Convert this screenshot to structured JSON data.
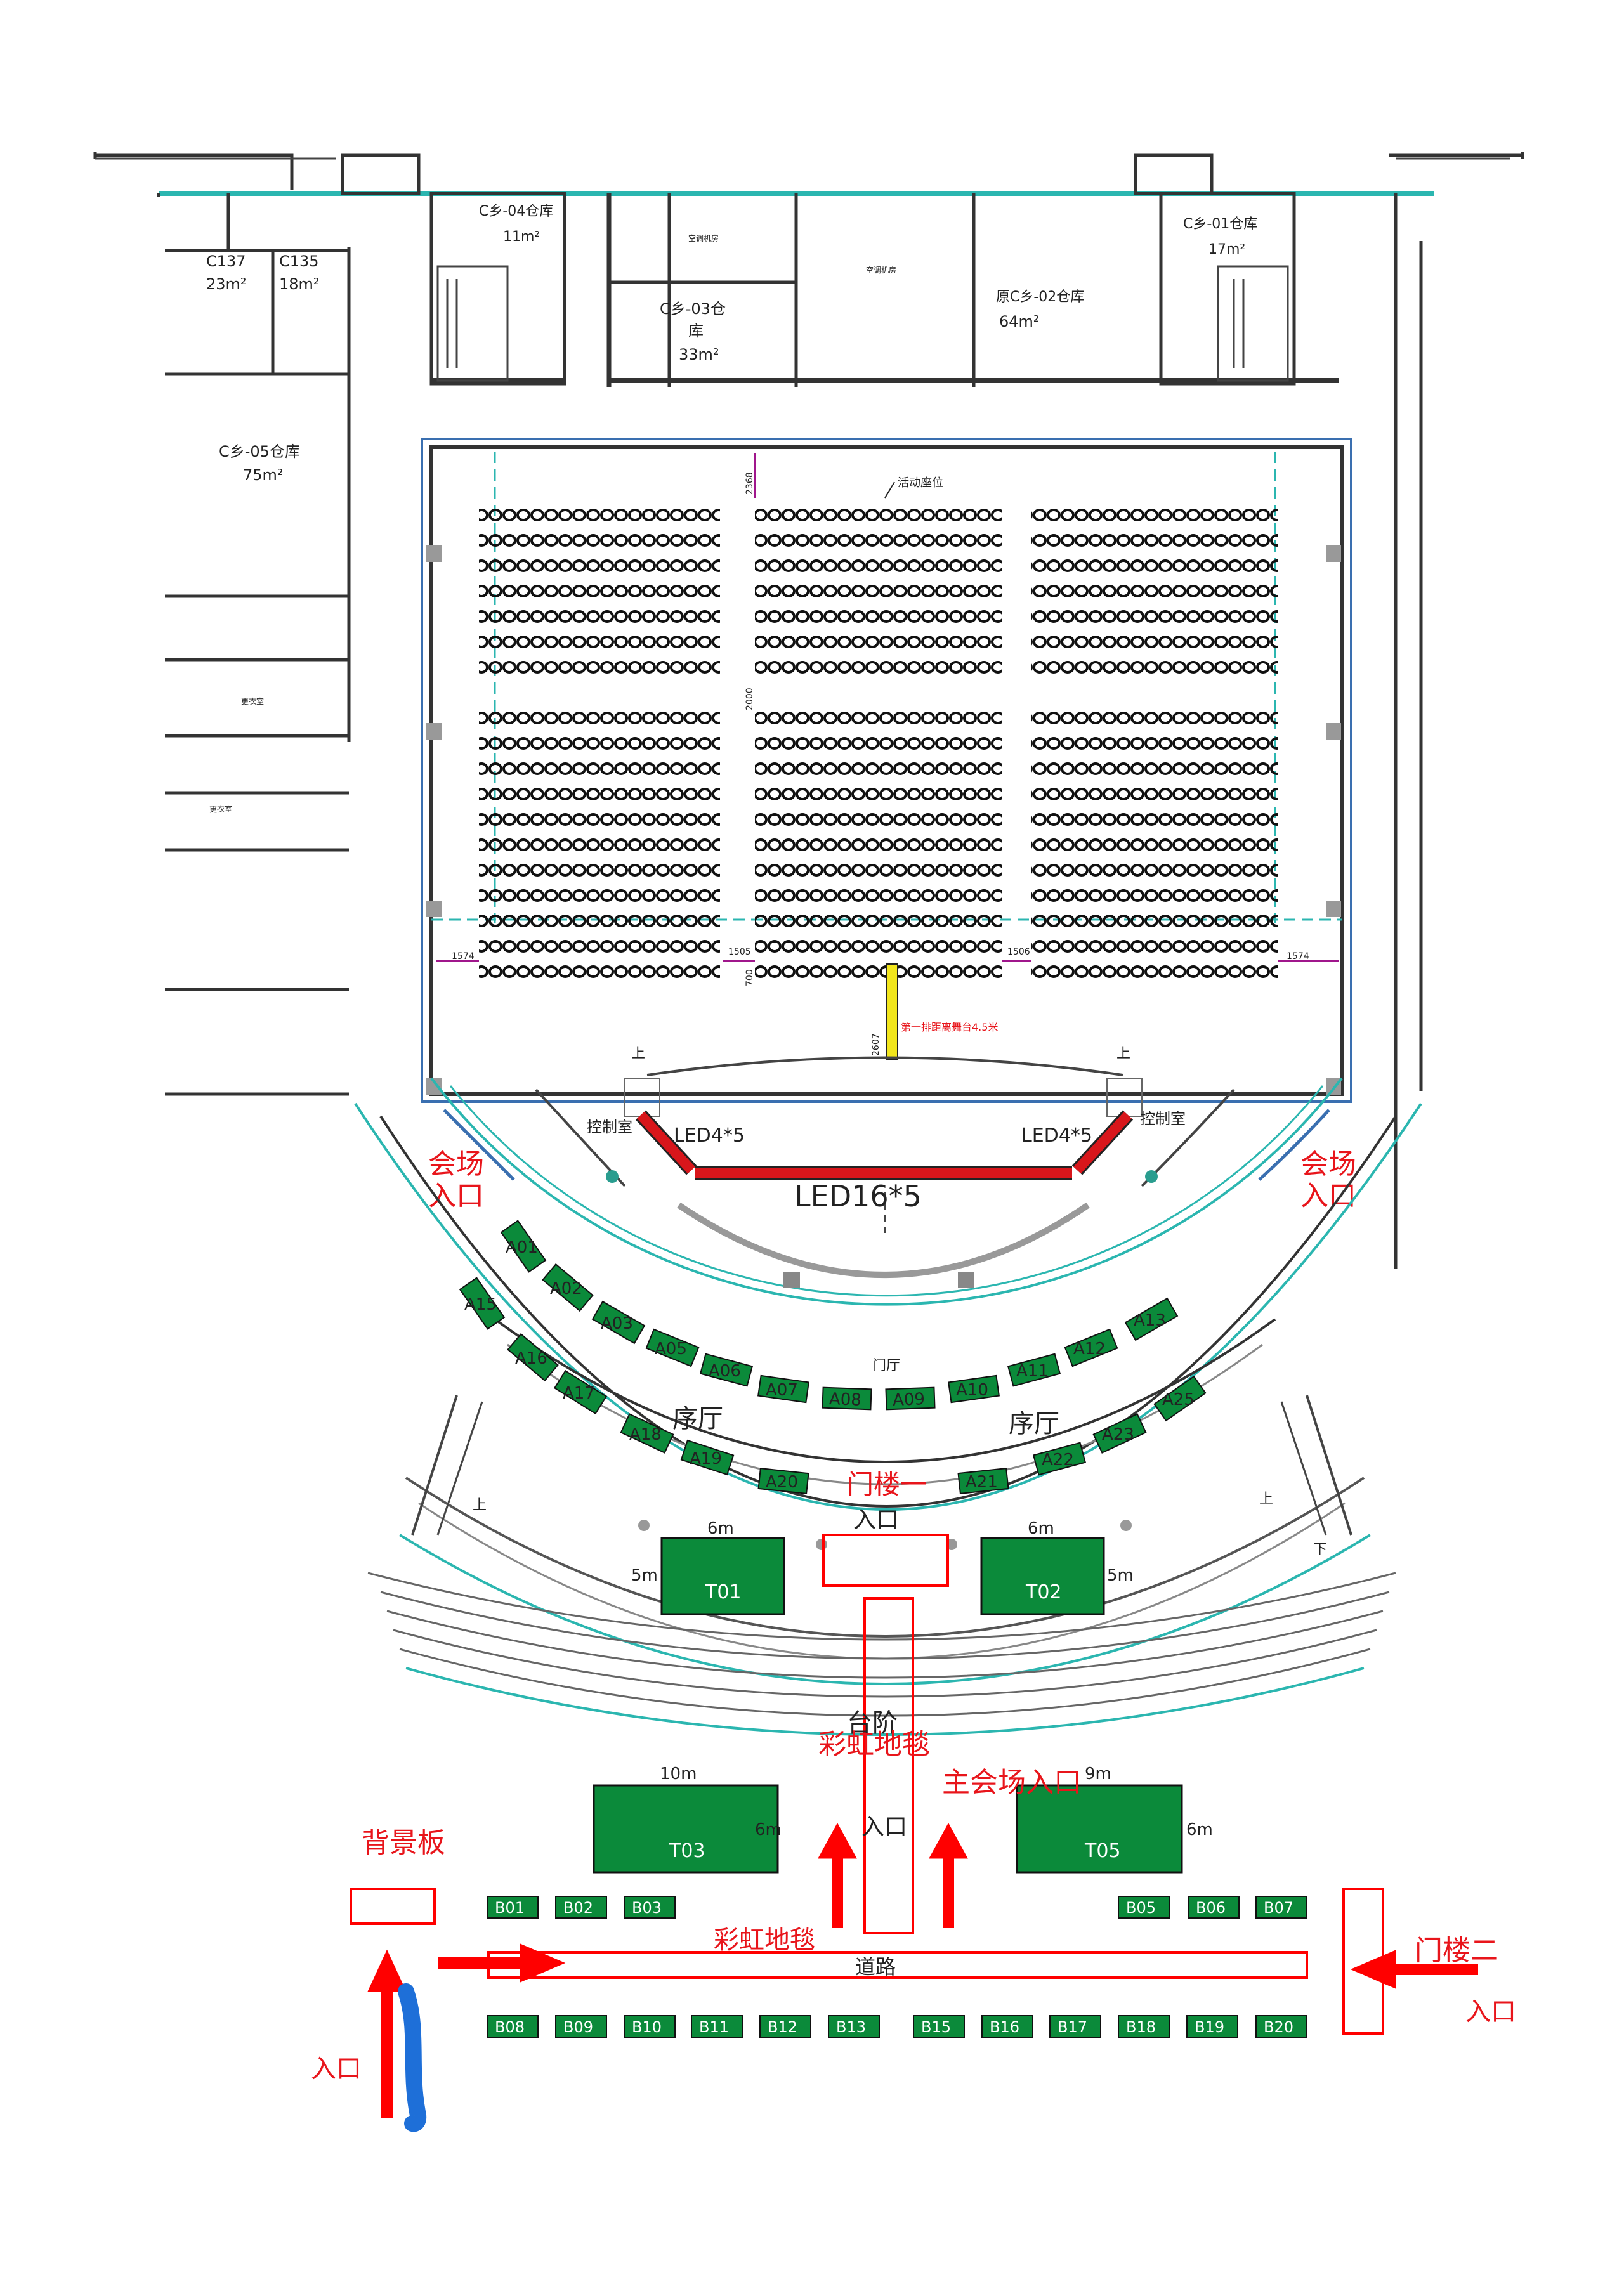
{
  "rooms": {
    "c137": {
      "name": "C137",
      "area": "23m²"
    },
    "c135": {
      "name": "C135",
      "area": "18m²"
    },
    "c05": {
      "name": "C乡-05仓库",
      "area": "75m²"
    },
    "c04": {
      "name": "C乡-04仓库",
      "area": "11m²"
    },
    "c03": {
      "name": "C乡-03仓",
      "name2": "库",
      "area": "33m²"
    },
    "c02": {
      "name": "原C乡-02仓库",
      "area": "64m²"
    },
    "c01": {
      "name": "C乡-01仓库",
      "area": "17m²"
    },
    "ac1": "空调机房",
    "ac2": "空调机房",
    "changing1": "更衣室",
    "changing2": "更衣室"
  },
  "hall": {
    "movable_seats": "活动座位",
    "dim_2368": "2368",
    "dim_2000": "2000",
    "dim_1574_left": "1574",
    "dim_1505": "1505",
    "dim_700": "700",
    "dim_1506": "1506",
    "dim_1574_right": "1574",
    "dim_2607": "2607",
    "first_row_note": "第一排距离舞台4.5米",
    "up_left": "上",
    "up_right": "上",
    "control_left": "控制室",
    "control_right": "控制室",
    "led_left": "LED4*5",
    "led_right": "LED4*5",
    "led_main": "LED16*5",
    "entrance_left_1": "会场",
    "entrance_left_2": "入口",
    "entrance_right_1": "会场",
    "entrance_right_2": "入口"
  },
  "lobby": {
    "foyer": "门厅",
    "hall_left": "序厅",
    "hall_right": "序厅",
    "gate1": "门楼一",
    "gate1_entry": "入口",
    "up_left": "上",
    "up_right": "上",
    "down_right": "下",
    "booths_a": [
      "A01",
      "A02",
      "A03",
      "A05",
      "A06",
      "A07",
      "A08",
      "A09",
      "A10",
      "A11",
      "A12",
      "A13",
      "A15",
      "A16",
      "A17",
      "A18",
      "A19",
      "A20",
      "A21",
      "A22",
      "A23",
      "A25"
    ]
  },
  "plaza": {
    "t01": "T01",
    "t02": "T02",
    "t03": "T03",
    "t05": "T05",
    "dim_6m_a": "6m",
    "dim_6m_b": "6m",
    "dim_5m_a": "5m",
    "dim_5m_b": "5m",
    "dim_10m": "10m",
    "dim_6m_c": "6m",
    "dim_9m": "9m",
    "dim_6m_d": "6m",
    "steps": "台阶",
    "carpet_1": "彩虹地毯",
    "main_entry": "主会场入口",
    "entry_vertical": "入口",
    "backdrop": "背景板",
    "carpet_2": "彩虹地毯",
    "road": "道路",
    "gate2": "门楼二",
    "gate2_entry": "入口",
    "left_entry": "入口",
    "booths_b_top": [
      "B01",
      "B02",
      "B03",
      "B05",
      "B06",
      "B07"
    ],
    "booths_b_bottom": [
      "B08",
      "B09",
      "B10",
      "B11",
      "B12",
      "B13",
      "B15",
      "B16",
      "B17",
      "B18",
      "B19",
      "B20"
    ]
  },
  "colors": {
    "booth_green": "#0b8a3a",
    "wall_teal": "#2bb6b0",
    "red_accent": "#e8151b",
    "led_red": "#d8161b",
    "partition_blue": "#3a6fb0",
    "door_magenta": "#a0168c",
    "arrow_red": "#ff0000",
    "marker_blue": "#1e6fd8",
    "note_yellow": "#f2e61d"
  }
}
